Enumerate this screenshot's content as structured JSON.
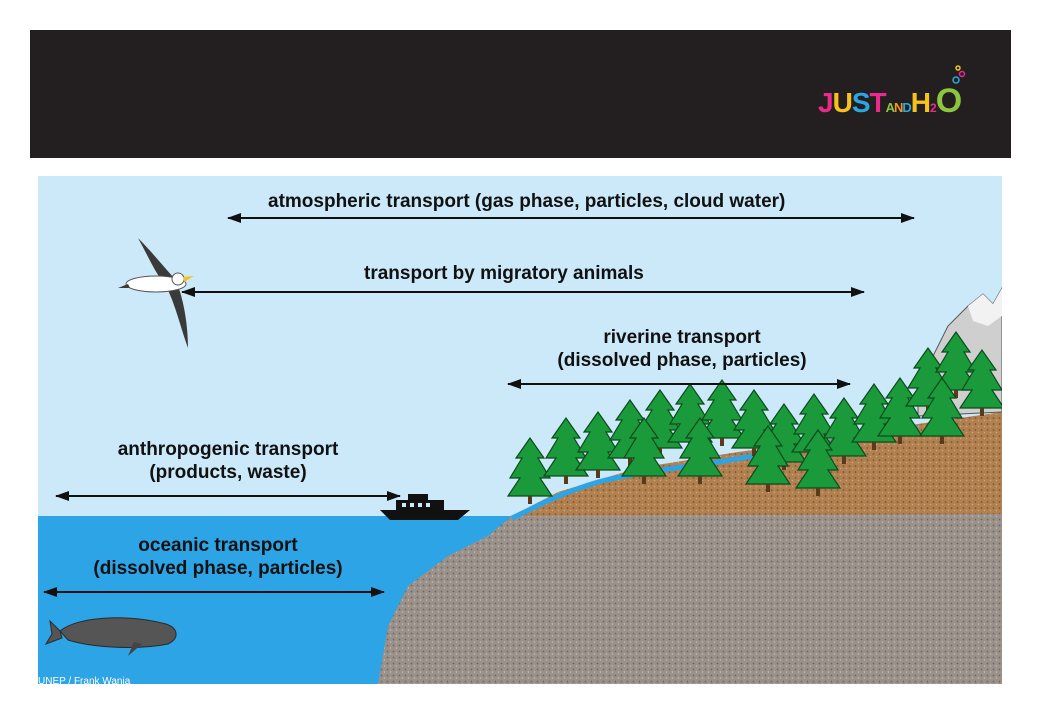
{
  "logo": {
    "letters": [
      {
        "ch": "J",
        "color": "#ec2a8c"
      },
      {
        "ch": "U",
        "color": "#f7c21a"
      },
      {
        "ch": "S",
        "color": "#29a8e0"
      },
      {
        "ch": "T",
        "color": "#ec2a8c"
      },
      {
        "ch": "A",
        "color": "#8cc63f"
      },
      {
        "ch": "N",
        "color": "#f7941d"
      },
      {
        "ch": "D",
        "color": "#29a8e0"
      },
      {
        "ch": "H",
        "color": "#f7c21a"
      },
      {
        "ch": "2",
        "color": "#ec2a8c"
      },
      {
        "ch": "O",
        "color": "#8cc63f"
      }
    ]
  },
  "diagram": {
    "colors": {
      "sky": "#cbe9f9",
      "ocean": "#2ca4e6",
      "land": "#b08050",
      "rock": "#9a918a",
      "tree": "#1a9a3a",
      "river": "#2ca4e6"
    },
    "labels": {
      "atmospheric": "atmospheric transport (gas phase, particles, cloud water)",
      "migratory": "transport by migratory animals",
      "riverine_line1": "riverine transport",
      "riverine_line2": "(dissolved phase, particles)",
      "anthropogenic_line1": "anthropogenic transport",
      "anthropogenic_line2": "(products, waste)",
      "oceanic_line1": "oceanic transport",
      "oceanic_line2": "(dissolved phase, particles)"
    }
  },
  "credit": "UNEP / Frank Wania"
}
